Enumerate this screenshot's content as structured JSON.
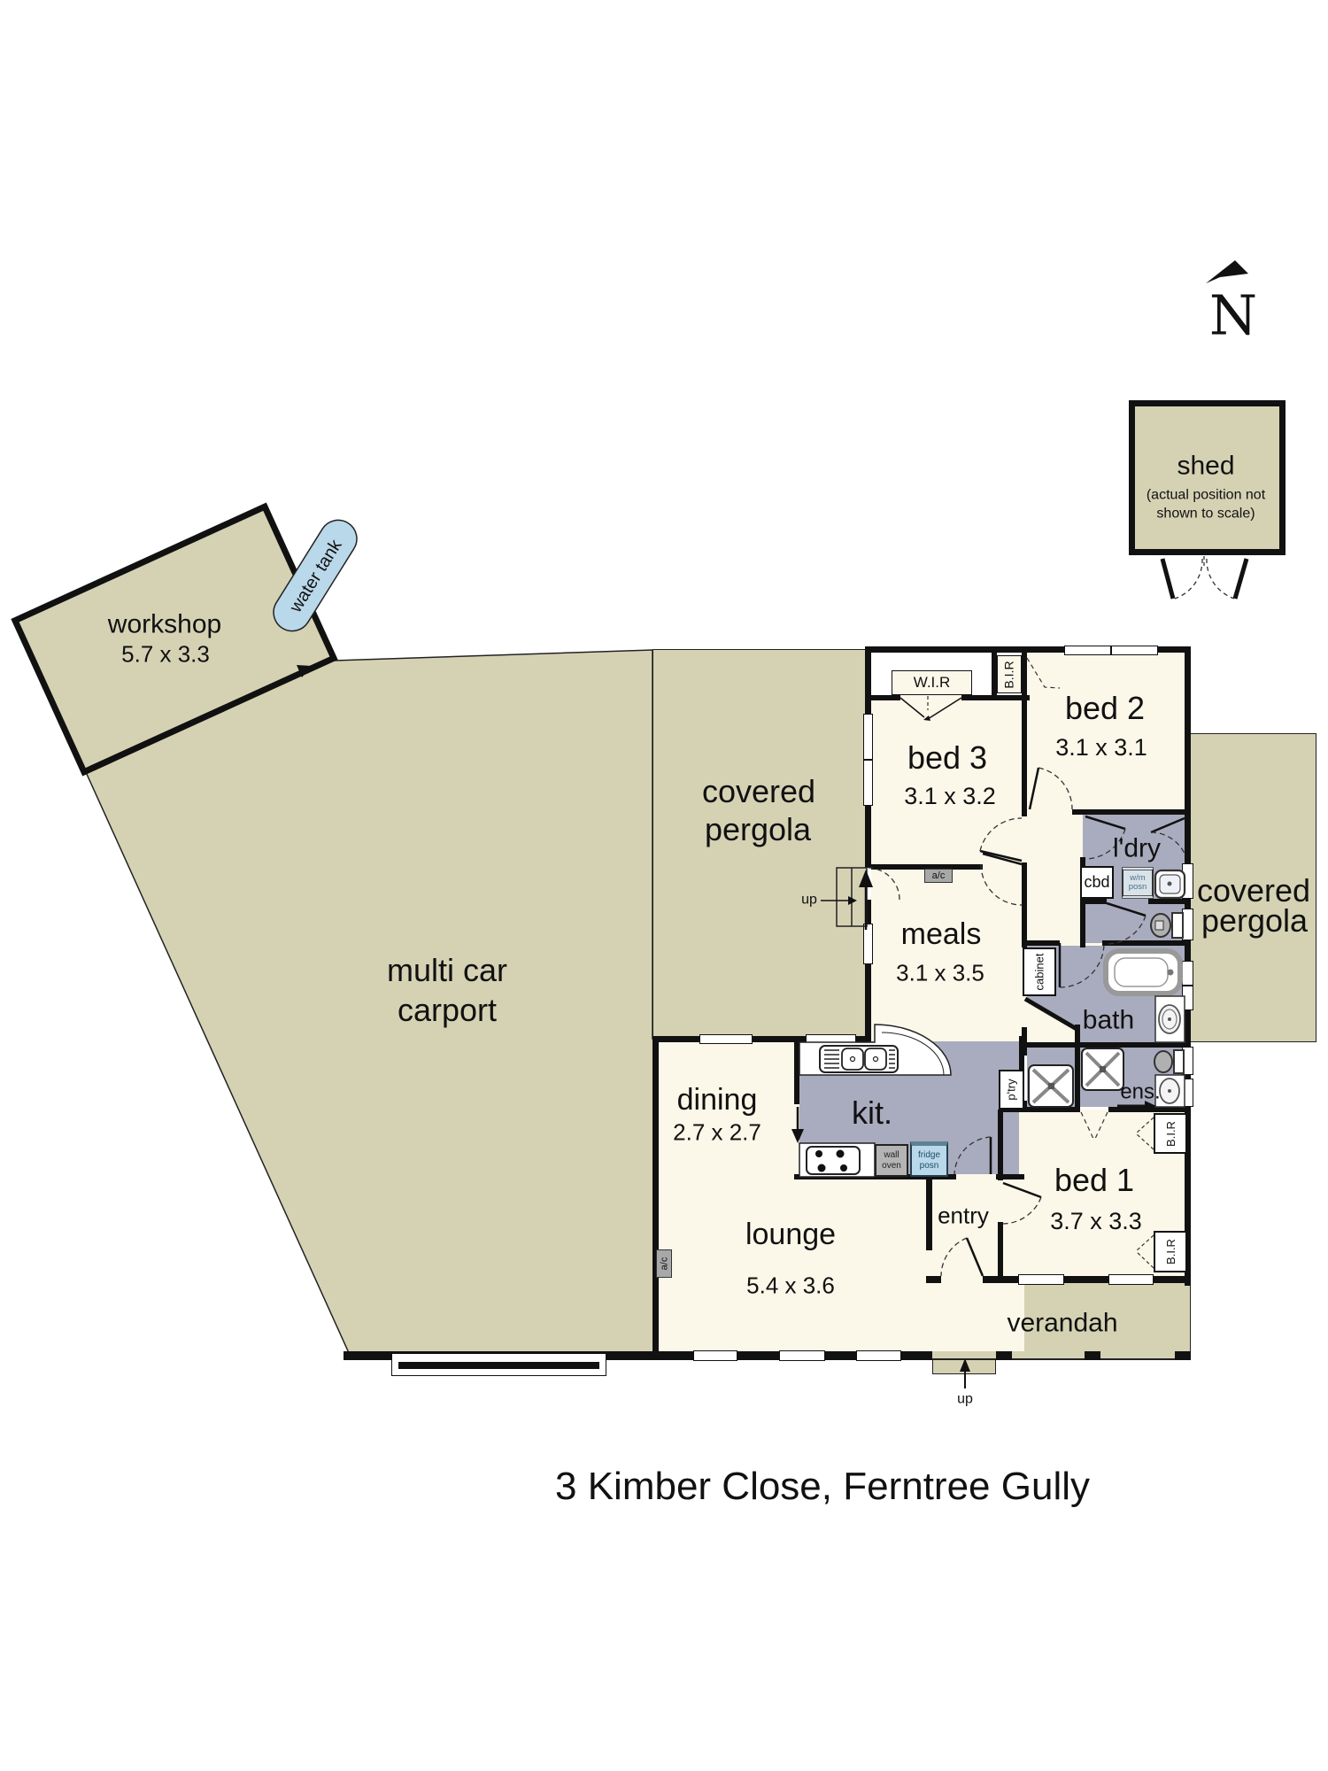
{
  "title": "3 Kimber Close, Ferntree Gully",
  "compass": {
    "label": "N"
  },
  "colors": {
    "outdoor_area": "#d5d2b4",
    "interior": "#fbf7e9",
    "wet_area": "#a9abbe",
    "water_blue": "#b9d8ea",
    "wall": "#111111"
  },
  "outdoor": {
    "workshop": {
      "name": "workshop",
      "dims": "5.7 x 3.3"
    },
    "water_tank": {
      "label": "water tank"
    },
    "carport": {
      "line1": "multi car",
      "line2": "carport"
    },
    "pergola_top": {
      "line1": "covered",
      "line2": "pergola"
    },
    "pergola_right": {
      "line1": "covered",
      "line2": "pergola"
    },
    "verandah": {
      "label": "verandah"
    },
    "shed": {
      "label": "shed",
      "note1": "(actual position not",
      "note2": "shown to scale)"
    }
  },
  "rooms": {
    "bed1": {
      "name": "bed 1",
      "dims": "3.7 x 3.3"
    },
    "bed2": {
      "name": "bed 2",
      "dims": "3.1 x 3.1"
    },
    "bed3": {
      "name": "bed 3",
      "dims": "3.1 x 3.2"
    },
    "meals": {
      "name": "meals",
      "dims": "3.1 x 3.5"
    },
    "dining": {
      "name": "dining",
      "dims": "2.7 x 2.7"
    },
    "lounge": {
      "name": "lounge",
      "dims": "5.4 x 3.6"
    },
    "kitchen": {
      "name": "kit."
    },
    "entry": {
      "name": "entry"
    },
    "laundry": {
      "name": "l'dry"
    },
    "bath": {
      "name": "bath"
    },
    "ensuite": {
      "name": "ens."
    }
  },
  "closets": {
    "wir": "W.I.R",
    "bir": "B.I.R",
    "cbd": "cbd",
    "cabinet": "cabinet",
    "pantry": "p'try"
  },
  "fixtures": {
    "ac": "a/c",
    "wm_line1": "w/m",
    "wm_line2": "posn",
    "oven_line1": "wall",
    "oven_line2": "oven",
    "fridge_line1": "fridge",
    "fridge_line2": "posn"
  },
  "steps": {
    "up_pergola": "up",
    "up_verandah": "up"
  }
}
